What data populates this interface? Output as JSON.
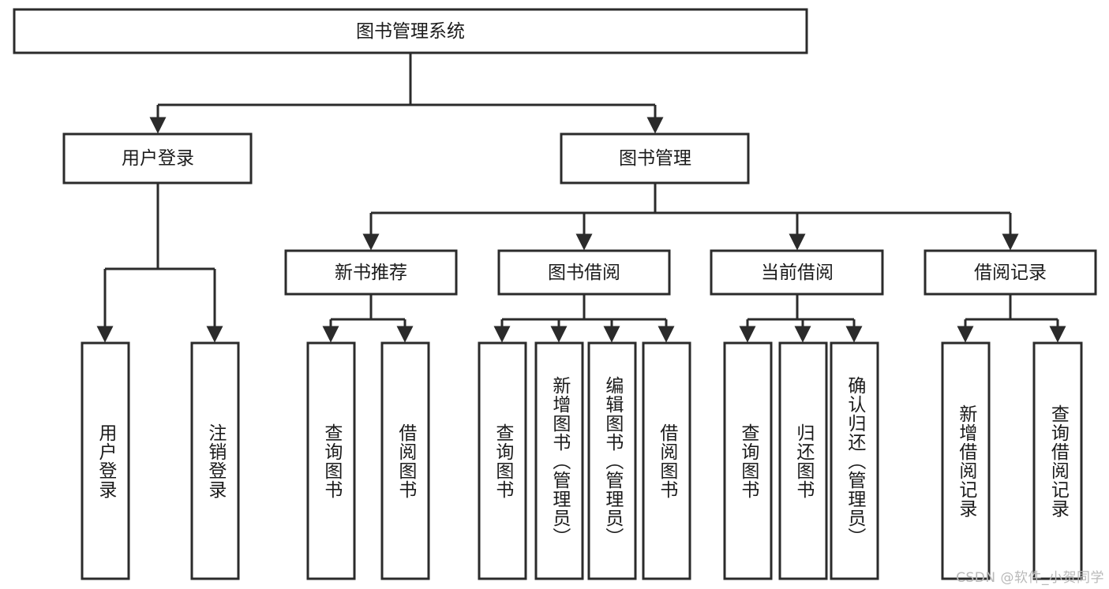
{
  "diagram": {
    "title": "图书管理系统",
    "watermark": "CSDN @软件_小贺同学",
    "colors": {
      "stroke": "#2b2b2b",
      "box_fill": "#ffffff",
      "text": "#1b1b1b",
      "watermark": "#b9b9b9",
      "background": "#ffffff"
    },
    "root": {
      "label": "图书管理系统"
    },
    "level2": [
      {
        "label": "用户登录"
      },
      {
        "label": "图书管理"
      }
    ],
    "level3": [
      {
        "label": "新书推荐"
      },
      {
        "label": "图书借阅"
      },
      {
        "label": "当前借阅"
      },
      {
        "label": "借阅记录"
      }
    ],
    "leaves": {
      "user_login": [
        {
          "label": "用户登录"
        },
        {
          "label": "注销登录"
        }
      ],
      "new_book": [
        {
          "label": "查询图书"
        },
        {
          "label": "借阅图书"
        }
      ],
      "book_borrow": [
        {
          "label": "查询图书"
        },
        {
          "label": "新增图书（管理员）"
        },
        {
          "label": "编辑图书（管理员）"
        },
        {
          "label": "借阅图书"
        }
      ],
      "current_borrow": [
        {
          "label": "查询图书"
        },
        {
          "label": "归还图书"
        },
        {
          "label": "确认归还（管理员）"
        }
      ],
      "borrow_record": [
        {
          "label": "新增借阅记录"
        },
        {
          "label": "查询借阅记录"
        }
      ]
    }
  },
  "chart_data": {
    "type": "tree",
    "title": "图书管理系统",
    "orientation": "top-down",
    "nodes": [
      {
        "id": "root",
        "label": "图书管理系统",
        "level": 0,
        "parent": null
      },
      {
        "id": "n1",
        "label": "用户登录",
        "level": 1,
        "parent": "root"
      },
      {
        "id": "n2",
        "label": "图书管理",
        "level": 1,
        "parent": "root"
      },
      {
        "id": "n1a",
        "label": "用户登录",
        "level": 2,
        "parent": "n1"
      },
      {
        "id": "n1b",
        "label": "注销登录",
        "level": 2,
        "parent": "n1"
      },
      {
        "id": "n21",
        "label": "新书推荐",
        "level": 2,
        "parent": "n2"
      },
      {
        "id": "n22",
        "label": "图书借阅",
        "level": 2,
        "parent": "n2"
      },
      {
        "id": "n23",
        "label": "当前借阅",
        "level": 2,
        "parent": "n2"
      },
      {
        "id": "n24",
        "label": "借阅记录",
        "level": 2,
        "parent": "n2"
      },
      {
        "id": "n21a",
        "label": "查询图书",
        "level": 3,
        "parent": "n21"
      },
      {
        "id": "n21b",
        "label": "借阅图书",
        "level": 3,
        "parent": "n21"
      },
      {
        "id": "n22a",
        "label": "查询图书",
        "level": 3,
        "parent": "n22"
      },
      {
        "id": "n22b",
        "label": "新增图书（管理员）",
        "level": 3,
        "parent": "n22"
      },
      {
        "id": "n22c",
        "label": "编辑图书（管理员）",
        "level": 3,
        "parent": "n22"
      },
      {
        "id": "n22d",
        "label": "借阅图书",
        "level": 3,
        "parent": "n22"
      },
      {
        "id": "n23a",
        "label": "查询图书",
        "level": 3,
        "parent": "n23"
      },
      {
        "id": "n23b",
        "label": "归还图书",
        "level": 3,
        "parent": "n23"
      },
      {
        "id": "n23c",
        "label": "确认归还（管理员）",
        "level": 3,
        "parent": "n23"
      },
      {
        "id": "n24a",
        "label": "新增借阅记录",
        "level": 3,
        "parent": "n24"
      },
      {
        "id": "n24b",
        "label": "查询借阅记录",
        "level": 3,
        "parent": "n24"
      }
    ]
  }
}
